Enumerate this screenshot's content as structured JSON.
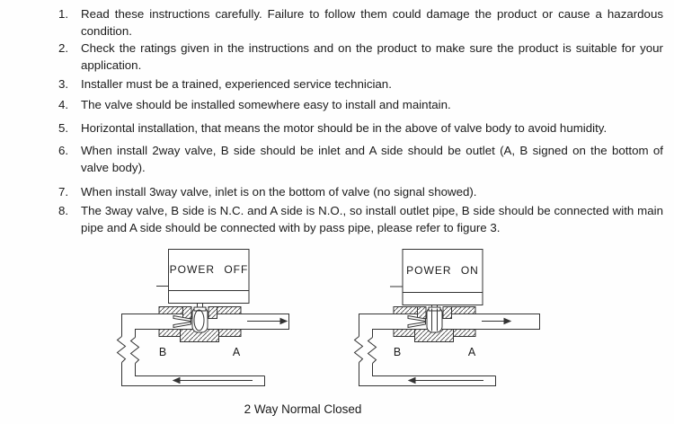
{
  "instructions": {
    "items": [
      {
        "number": "1.",
        "text": "Read these instructions carefully. Failure to follow them could damage the product or cause a hazardous condition."
      },
      {
        "number": "2.",
        "text": "Check the ratings given in the instructions and on the product to make sure the product is suitable for your application."
      },
      {
        "number": "3.",
        "text": "Installer must be a trained, experienced service technician."
      },
      {
        "number": "4.",
        "text": "The valve should be installed somewhere easy to install and maintain."
      },
      {
        "number": "5.",
        "text": "Horizontal installation, that means the motor should be in the above of valve body to avoid humidity."
      },
      {
        "number": "6.",
        "text": "When install 2way valve, B side should be inlet and A side should be outlet (A, B signed on the bottom of valve body)."
      },
      {
        "number": "7.",
        "text": "When install 3way valve, inlet is on the bottom of valve (no signal showed)."
      },
      {
        "number": "8.",
        "text": "The 3way valve, B side is N.C. and A side is N.O., so install outlet pipe, B side should be connected with main pipe and A side should be connected with by pass pipe, please refer to figure 3."
      }
    ]
  },
  "figure": {
    "diagrams": [
      {
        "actuator_label": "POWER OFF",
        "port_b": "B",
        "port_a": "A",
        "valve_state": "closed"
      },
      {
        "actuator_label": "POWER ON",
        "port_b": "B",
        "port_a": "A",
        "valve_state": "open"
      }
    ],
    "caption": "2 Way Normal Closed",
    "line_color": "#333333"
  }
}
